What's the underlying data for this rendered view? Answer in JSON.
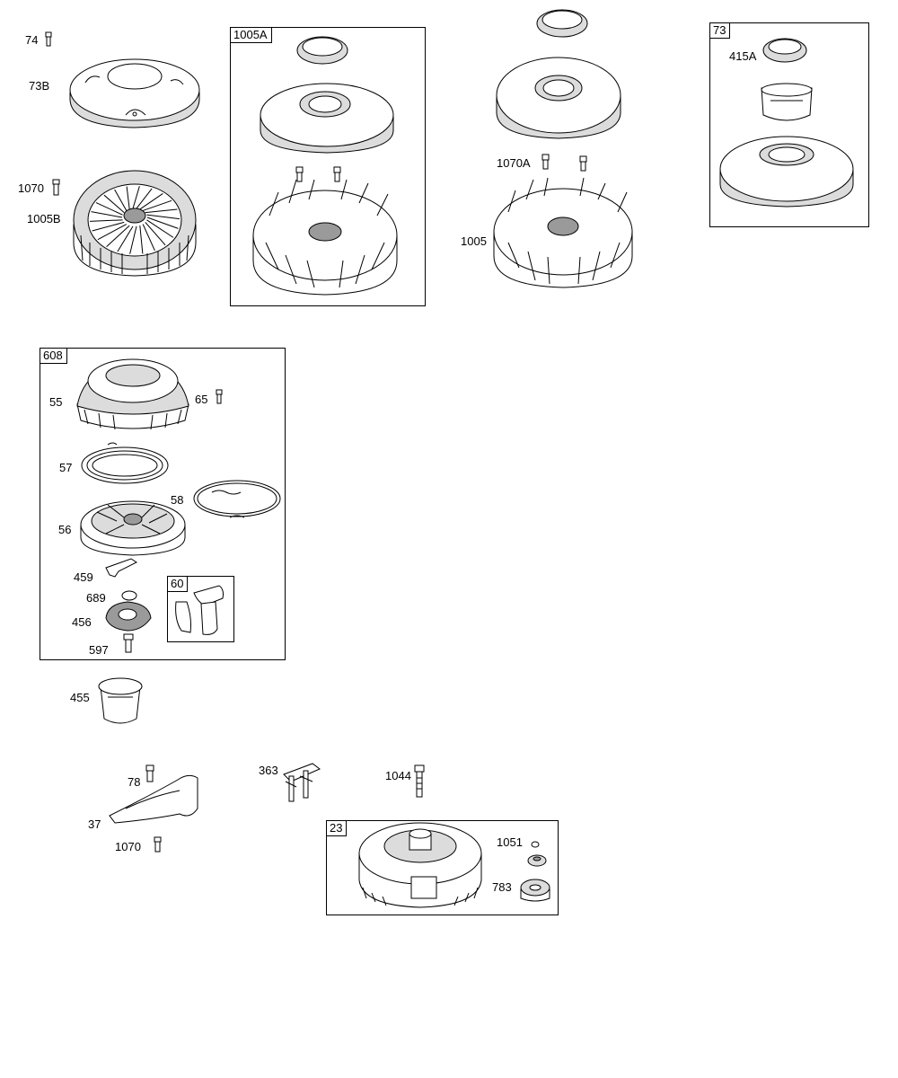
{
  "labels": {
    "p74": "74",
    "p73B": "73B",
    "p1070a": "1070",
    "p1005B": "1005B",
    "p1070A": "1070A",
    "p1005": "1005",
    "p415A": "415A",
    "p55": "55",
    "p65": "65",
    "p57": "57",
    "p58": "58",
    "p56": "56",
    "p459": "459",
    "p689": "689",
    "p456": "456",
    "p597": "597",
    "p455": "455",
    "p78": "78",
    "p37": "37",
    "p1070b": "1070",
    "p363": "363",
    "p1044": "1044",
    "p1051": "1051",
    "p783": "783"
  },
  "boxes": {
    "b1005A": "1005A",
    "b73": "73",
    "b608": "608",
    "b60": "60",
    "b23": "23"
  }
}
